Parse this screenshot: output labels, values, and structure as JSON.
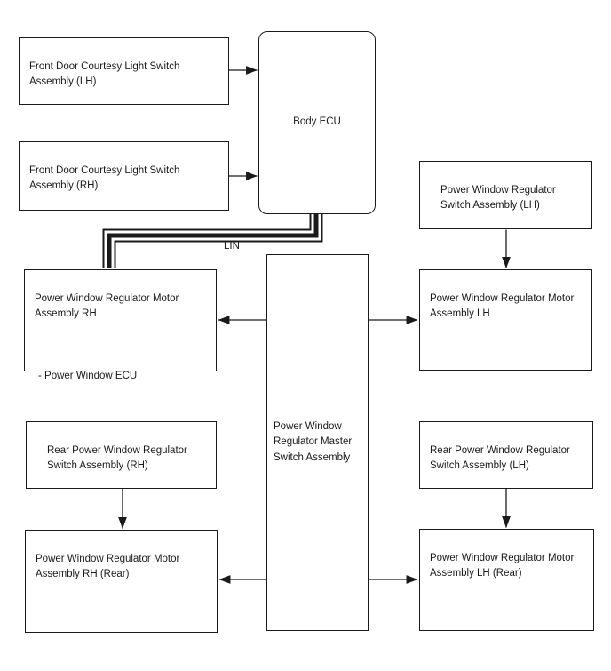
{
  "diagram": {
    "bus": {
      "label": "LIN"
    },
    "nodes": {
      "courtesy_lh": {
        "label": "Front Door Courtesy Light Switch\nAssembly (LH)"
      },
      "courtesy_rh": {
        "label": "Front Door Courtesy Light Switch\nAssembly (RH)"
      },
      "body_ecu": {
        "label": "Body ECU"
      },
      "pwr_switch_lh": {
        "label": "Power Window Regulator\nSwitch Assembly (LH)"
      },
      "motor_rh": {
        "label": "Power Window Regulator Motor\nAssembly RH",
        "sub": "- Power Window ECU"
      },
      "motor_lh": {
        "label": "Power Window Regulator Motor\nAssembly LH"
      },
      "master_switch": {
        "label": "Power Window\nRegulator Master\nSwitch Assembly"
      },
      "rear_switch_rh": {
        "label": "Rear Power Window Regulator\nSwitch Assembly (RH)"
      },
      "rear_switch_lh": {
        "label": "Rear Power Window Regulator\nSwitch Assembly (LH)"
      },
      "motor_rh_rear": {
        "label": "Power Window Regulator Motor\nAssembly RH (Rear)"
      },
      "motor_lh_rear": {
        "label": "Power Window Regulator Motor\nAssembly LH (Rear)"
      }
    },
    "colors": {
      "line": "#1a1a1a",
      "background": "#ffffff"
    }
  }
}
